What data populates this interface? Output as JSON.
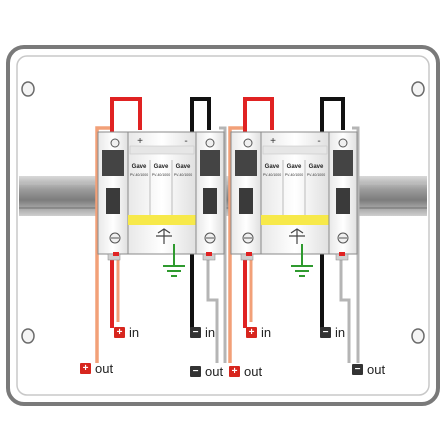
{
  "diagram": {
    "units": [
      {
        "module_brand": "Gave",
        "module_model": "PV-40/1000",
        "plus_mark": "+",
        "minus_mark": "-",
        "labels": {
          "plus_in_symbol": "+",
          "plus_in_text": "in",
          "minus_in_symbol": "−",
          "minus_in_text": "in",
          "plus_out_symbol": "+",
          "plus_out_text": "out",
          "minus_out_symbol": "−",
          "minus_out_text": "out"
        }
      },
      {
        "module_brand": "Gave",
        "module_model": "PV-40/1000",
        "plus_mark": "+",
        "minus_mark": "-",
        "labels": {
          "plus_in_symbol": "+",
          "plus_in_text": "in",
          "minus_in_symbol": "−",
          "minus_in_text": "in",
          "plus_out_symbol": "+",
          "plus_out_text": "out",
          "minus_out_symbol": "−",
          "minus_out_text": "out"
        }
      }
    ],
    "colors": {
      "enclosure_border": "#7a7a7a",
      "din_rail": "#8c8c8c",
      "wire_red": "#e02222",
      "wire_black": "#111111",
      "wire_orange": "#f2a078",
      "wire_grey": "#b5b5b5",
      "ground_green": "#2f9a2f",
      "module_yellow": "#f7e94a",
      "label_red": "#d7261e",
      "label_black": "#333333"
    },
    "icons": [
      "ground-icon",
      "screw-icon",
      "plus-square-icon",
      "minus-square-icon"
    ]
  }
}
